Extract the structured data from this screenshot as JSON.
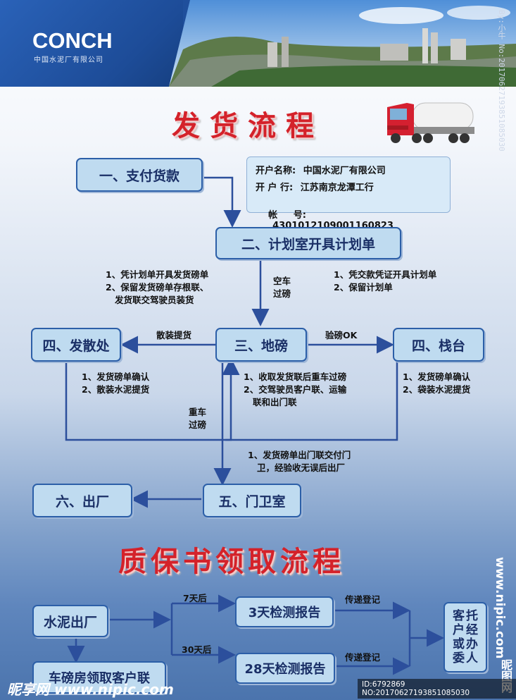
{
  "header": {
    "logo": "CONCH",
    "company": "中国水泥厂有限公司"
  },
  "title_main": "发货流程",
  "title_second": "质保书领取流程",
  "account": {
    "name_label": "开户名称:",
    "name_value": "中国水泥厂有限公司",
    "bank_label": "开 户 行:",
    "bank_value": "江苏南京龙潭工行",
    "acct_label": "帐     号:",
    "acct_value": "4301012109001160823"
  },
  "steps": {
    "s1": "一、支付货款",
    "s2": "二、计划室开具计划单",
    "s3": "三、地磅",
    "s4a": "四、发散处",
    "s4b": "四、栈台",
    "s5": "五、门卫室",
    "s6": "六、出厂"
  },
  "notes": {
    "left_plan": [
      "1、凭计划单开具发货磅单",
      "2、保留发货磅单存根联、",
      "   发货联交驾驶员装货"
    ],
    "right_plan": [
      "1、凭交款凭证开具计划单",
      "2、保留计划单"
    ],
    "empty_truck": [
      "空车",
      "过磅"
    ],
    "bulk": "散装提货",
    "verify_ok": "验磅OK",
    "left_bulk": [
      "1、发货磅单确认",
      "2、散装水泥提货"
    ],
    "center_weigh": [
      "1、收取发货联后重车过磅",
      "2、交驾驶员客户联、运输",
      "   联和出门联"
    ],
    "right_bag": [
      "1、发货磅单确认",
      "2、袋装水泥提货"
    ],
    "heavy_truck": [
      "重车",
      "过磅"
    ],
    "gate": [
      "1、发货磅单出门联交付门",
      "   卫，经验收无误后出厂"
    ]
  },
  "qa": {
    "start": "水泥出厂",
    "claim": "车磅房领取客户联",
    "r3": "3天检测报告",
    "r28": "28天检测报告",
    "d7": "7天后",
    "d30": "30天后",
    "deliver1": "传递登记",
    "deliver2": "传递登记",
    "target": [
      "客",
      "户",
      "或",
      "委",
      "托",
      "经",
      "办",
      "人"
    ]
  },
  "watermarks": {
    "right_vertical": "By:小牛 No:20170627193851085030",
    "site_vertical": "www.nipic.com",
    "site_icon": "昵图网",
    "bottom_logo": "昵享网 www.nipic.com",
    "id_text": "ID:6792869 NO:20170627193851085030"
  },
  "colors": {
    "title_red": "#d4222a",
    "box_fill": "#bfdbf0",
    "box_border": "#2c5fa8",
    "arrow": "#2c4f9c"
  }
}
